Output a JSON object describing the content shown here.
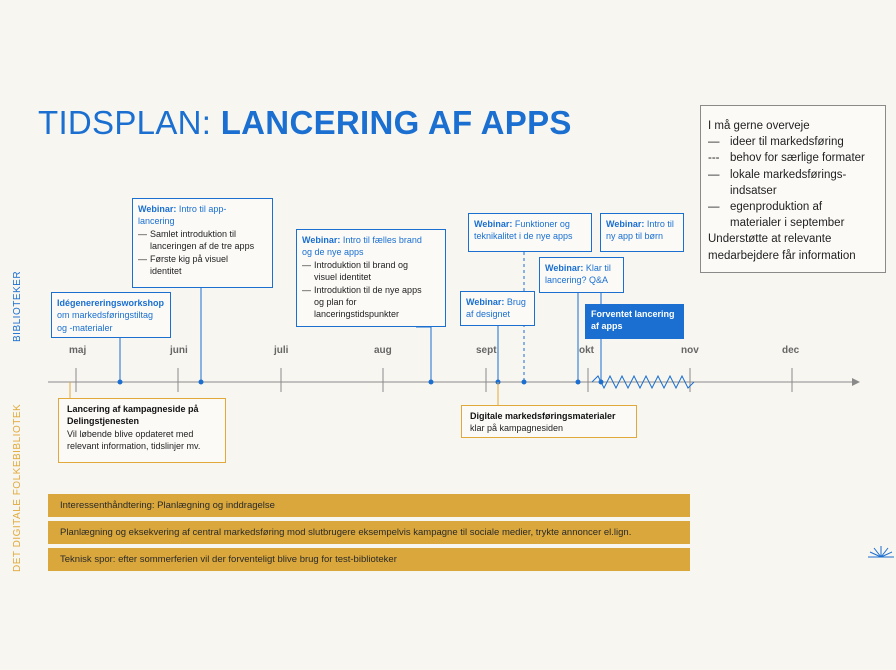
{
  "title": {
    "prefix": "TIDSPLAN: ",
    "bold": "LANCERING AF APPS"
  },
  "side_labels": {
    "top": "BIBLIOTEKER",
    "bottom": "DET DIGITALE FOLKEBIBLIOTEK"
  },
  "notes": {
    "heading": "I må gerne overveje",
    "items": [
      {
        "dash": "—",
        "text": "ideer til markedsføring"
      },
      {
        "dash": "---",
        "text": "behov for særlige formater"
      },
      {
        "dash": "—",
        "text": "lokale markedsførings-"
      },
      {
        "dash": "",
        "text": "indsatser"
      },
      {
        "dash": "—",
        "text": "egenproduktion af"
      },
      {
        "dash": "",
        "text": "materialer i september"
      }
    ],
    "footer_1": "Understøtte at relevante",
    "footer_2": "medarbejdere får information"
  },
  "months": [
    "maj",
    "juni",
    "juli",
    "aug",
    "sept",
    "okt",
    "nov",
    "dec"
  ],
  "events": {
    "workshop": {
      "title": "Idégenereringsworkshop",
      "line1": "om markedsføringstiltag",
      "line2": "og -materialer"
    },
    "webinar_intro": {
      "bold": "Webinar:",
      "rest": " Intro til app-",
      "line2": "lancering",
      "items": [
        {
          "d": "—",
          "l1": "Samlet introduktion til",
          "l2": "lanceringen af de tre apps"
        },
        {
          "d": "—",
          "l1": "Første kig på visuel",
          "l2": "identitet"
        }
      ]
    },
    "webinar_brand": {
      "bold": "Webinar:",
      "rest": " Intro til fælles brand",
      "line2": "og de nye apps",
      "items": [
        {
          "d": "—",
          "l1": "Introduktion til brand og",
          "l2": "visuel identitet"
        },
        {
          "d": "—",
          "l1": "Introduktion til de nye apps",
          "l2": "og plan for",
          "l3": "lanceringstidspunkter"
        }
      ]
    },
    "webinar_design": {
      "bold": "Webinar:",
      "rest": " Brug",
      "line2": "af designet"
    },
    "webinar_funk": {
      "bold": "Webinar:",
      "rest": " Funktioner og",
      "line2": "teknikalitet i de nye apps"
    },
    "webinar_klar": {
      "bold": "Webinar:",
      "rest": " Klar til",
      "line2": "lancering? Q&A"
    },
    "webinar_born": {
      "bold": "Webinar:",
      "rest": " Intro til",
      "line2": "ny app til børn"
    },
    "launch": {
      "line1": "Forventet lancering",
      "line2": "af apps"
    },
    "kampagneside": {
      "title1": "Lancering af kampagneside på",
      "title2": "Delingstjenesten",
      "line1": "Vil løbende blive opdateret med",
      "line2": "relevant information, tidslinjer mv."
    },
    "digitale": {
      "title": "Digitale markedsføringsmaterialer",
      "line1": "klar på kampagnesiden"
    }
  },
  "bars": [
    "Interessenthåndtering: Planlægning og inddragelse",
    "Planlægning og eksekvering af central markedsføring mod slutbrugere eksempelvis kampagne til sociale medier, trykte annoncer el.lign.",
    "Teknisk spor: efter sommerferien vil der forventeligt blive brug for test-biblioteker"
  ],
  "colors": {
    "blue": "#1a6fd1",
    "gold": "#d9a73c",
    "background": "#f8f6f1"
  }
}
